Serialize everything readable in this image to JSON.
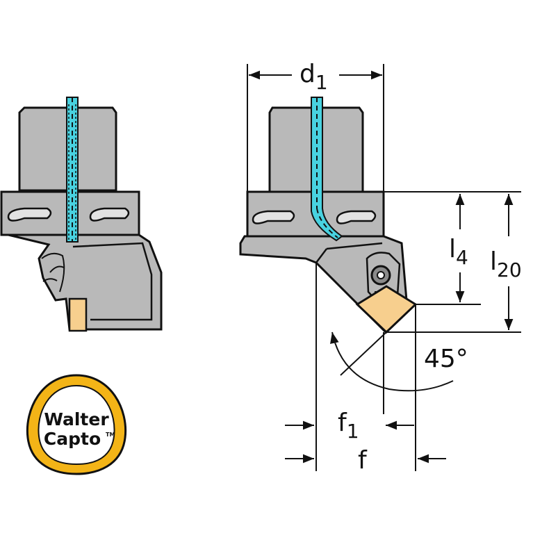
{
  "colors": {
    "body_fill": "#b9b9b9",
    "body_stroke": "#111111",
    "coolant": "#48d2e0",
    "insert": "#f7cf8e",
    "logo_gold": "#f3b417",
    "dimension_line": "#111111",
    "background": "#ffffff"
  },
  "dimensions": {
    "d1": {
      "main": "d",
      "sub": "1"
    },
    "l4": {
      "main": "l",
      "sub": "4"
    },
    "l20": {
      "main": "l",
      "sub": "20"
    },
    "f1": {
      "main": "f",
      "sub": "1"
    },
    "f": {
      "main": "f",
      "sub": ""
    },
    "angle": "45°"
  },
  "logo": {
    "line1": "Walter",
    "line2": "Capto",
    "trademark": "TM"
  }
}
